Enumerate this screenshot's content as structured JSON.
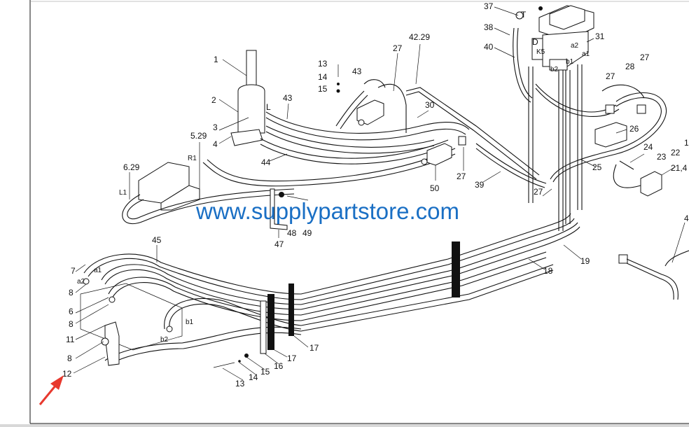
{
  "diagram": {
    "watermark": "www.supplypartstore.com",
    "colors": {
      "watermark": "#1a6fc4",
      "arrow": "#e8392e",
      "lines": "#111111"
    },
    "labels": {
      "p37": "37",
      "p38": "38",
      "p40": "40",
      "p31": "31",
      "pT": "T",
      "pD": "D",
      "pK5": "K5",
      "pa2_top": "a2",
      "pa1_top": "a1",
      "pb1_top": "b1",
      "pb2_top": "b2",
      "p42_29": "42.29",
      "p27_a": "27",
      "p13_top": "13",
      "p14_top": "14",
      "p15_top": "15",
      "p43_a": "43",
      "p1": "1",
      "p2": "2",
      "p43_b": "43",
      "pL": "L",
      "p3": "3",
      "p4": "4",
      "p5_29": "5.29",
      "pR1": "R1",
      "p6_29": "6.29",
      "pL1": "L1",
      "p44": "44",
      "p30": "30",
      "p27_b": "27",
      "p28": "28",
      "p27_c": "27",
      "p26": "26",
      "p24": "24",
      "p23": "23",
      "p22": "22",
      "p1_right": "1",
      "p21_4": "21,4",
      "p25": "25",
      "p50": "50",
      "p27_d": "27",
      "p39": "39",
      "p27_e": "27",
      "p48": "48",
      "p49": "49",
      "p47": "47",
      "p45": "45",
      "p19": "19",
      "p18": "18",
      "p7": "7",
      "pa1": "a1",
      "pa2": "a2",
      "p8_a": "8",
      "p6": "6",
      "p8_b": "8",
      "p11": "11",
      "p8_c": "8",
      "p12": "12",
      "pb1": "b1",
      "pb2": "b2",
      "p17_a": "17",
      "p17_b": "17",
      "p16": "16",
      "p15": "15",
      "p14": "14",
      "p13": "13",
      "p4_right": "4"
    }
  }
}
